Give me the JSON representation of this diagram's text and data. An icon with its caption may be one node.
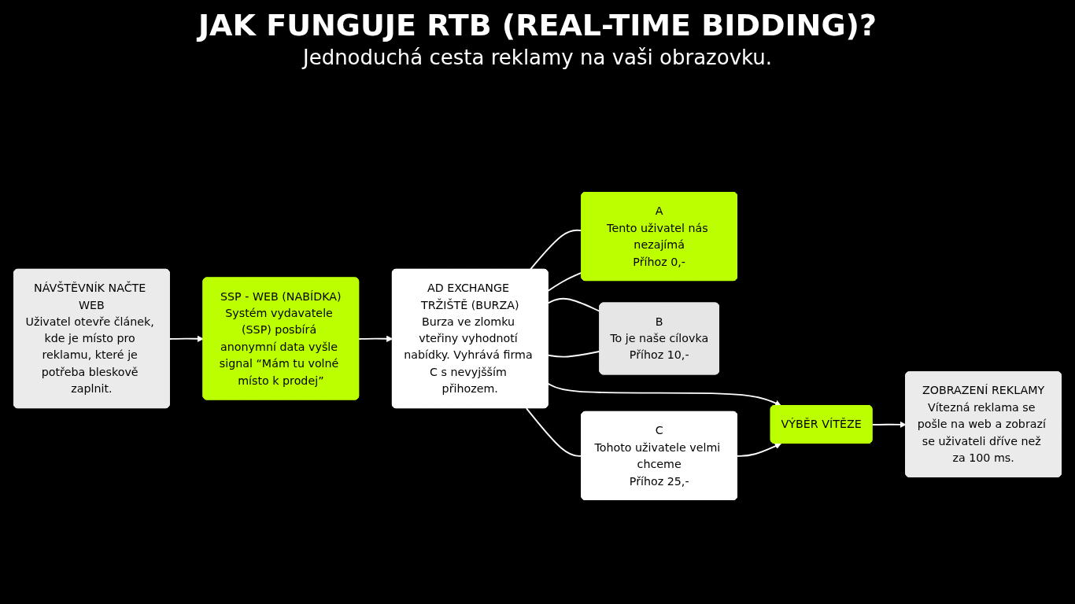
{
  "diagram": {
    "title": "JAK FUNGUJE RTB (REAL-TIME BIDDING)?",
    "nodes": [
      {
        "text": [
          "NÁVŠTĚVNÍK NAČTE WEB",
          "Uživatel otevře článek, kde je místo pro reklamu, které je potřeba bleskově zaplnit."
        ]
      },
      {
        "text": [
          "SSP - WEB (NABÍDKA)",
          "Systém vydavatele (SSP) posbírá anonymní data vyšle signal “Mám tu volné místo k prodej”"
        ]
      },
      {
        "text": [
          "AD EXCHANGE TRŽIŠTĚ (BURZA)",
          "Burza ve zlomku vteřiny vyhodnotí nabídky. Vyhrává firma C s nevyjšším přihozem."
        ]
      },
      {
        "text": [
          "VÝBĚR VÍTĚZE"
        ]
      },
      {
        "text": [
          "ZOBRAZENÍ REKLAMY",
          "Vítezná reklama se pošle na web a zobrazí se uživateli dříve než za 100 ms."
        ]
      },
      {
        "text": [
          "A",
          "Tento uživatel nás nezajímá",
          "Příhoz 0,-"
        ]
      },
      {
        "text": [
          "B",
          "To je naše cílovka",
          "Příhoz 10,-"
        ]
      },
      {
        "text": [
          "C",
          "Tohoto uživatele velmi chceme",
          "Příhoz 25,-"
        ]
      }
    ],
    "edges": [
      {
        "from": 0,
        "to": 1,
        "arrow": "to"
      },
      {
        "from": 1,
        "to": 2,
        "arrow": "to"
      },
      {
        "from": 2,
        "to": 3,
        "arrow": "to"
      },
      {
        "from": 3,
        "to": 4,
        "arrow": "to"
      },
      {
        "from": 2,
        "to": 5,
        "arrow": "none"
      },
      {
        "from": 2,
        "to": 6,
        "arrow": "none"
      },
      {
        "from": 2,
        "to": 7,
        "arrow": "none"
      },
      {
        "from": 2,
        "to": 5,
        "arrow": "none"
      },
      {
        "from": 2,
        "to": 6,
        "arrow": "none"
      },
      {
        "from": 7,
        "to": 3,
        "arrow": "to"
      }
    ],
    "labels": [
      "Jednoduchá cesta reklamy na vaši obrazovku."
    ]
  }
}
